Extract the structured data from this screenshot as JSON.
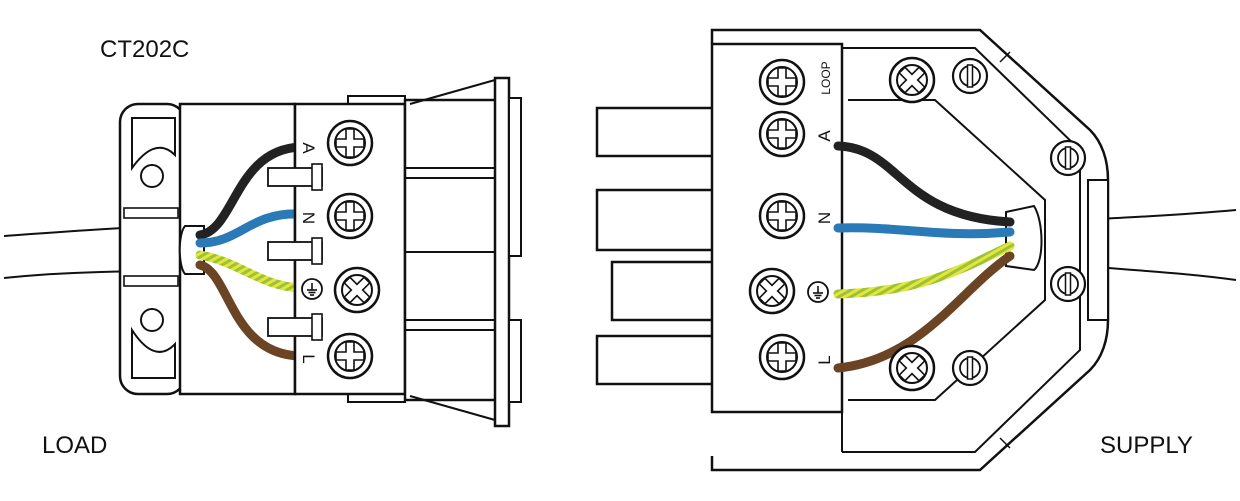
{
  "diagram": {
    "title": "CT202C",
    "left_label": "LOAD",
    "right_label": "SUPPLY",
    "terminals_left": [
      "A",
      "N",
      "L"
    ],
    "terminals_right": [
      "LOOP",
      "A",
      "N",
      "L"
    ]
  },
  "colors": {
    "wire_a": "#222222",
    "wire_n": "#2a7ab8",
    "wire_earth_green": "#9bc33a",
    "wire_earth_yellow": "#e5e53a",
    "wire_l": "#6b4424",
    "outline": "#111111"
  }
}
